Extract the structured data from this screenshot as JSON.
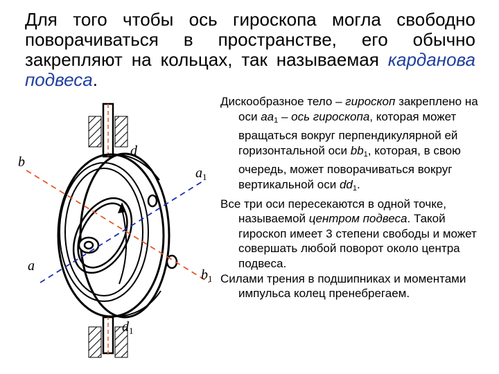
{
  "intro": {
    "part1": "Для того чтобы ось гироскопа могла свободно поворачиваться в пространстве, его обычно закрепляют на кольцах, так называемая ",
    "term": "карданова подвеса",
    "end": "."
  },
  "desc": {
    "p1": {
      "t1": "Дискообразное тело – ",
      "i1": "гироскоп",
      "t2": " закреплено на оси ",
      "axis_a": "aa",
      "axis_a_sub": "1",
      "t3": " – ",
      "i2": "ось гироскопа",
      "t4": ", которая может вращаться вокруг перпендикулярной ей горизонтальной оси ",
      "axis_b": "bb",
      "axis_b_sub": "1",
      "t5": ", которая, в свою очередь, может поворачиваться вокруг вертикальной оси ",
      "axis_d": "dd",
      "axis_d_sub": "1",
      "t6": "."
    },
    "p2": {
      "t1": "Все три оси  пересекаются в одной точке, называемой ",
      "i1": "центром подвеса",
      "t2": ". Такой гироскоп имеет 3 степени свободы и может совершать любой поворот около центра подвеса."
    },
    "p3": {
      "t1": "Силами трения в подшипниках и моментами импульса колец пренебрегаем."
    }
  },
  "figure": {
    "labels": {
      "b": "b",
      "b1": "b",
      "b1_sub": "1",
      "a": "a",
      "a1": "a",
      "a1_sub": "1",
      "d": "d",
      "d1": "d",
      "d1_sub": "1"
    },
    "colors": {
      "axis_b": "#e8572a",
      "axis_a": "#1d2fb0",
      "title_term": "#1f3f9e"
    }
  }
}
